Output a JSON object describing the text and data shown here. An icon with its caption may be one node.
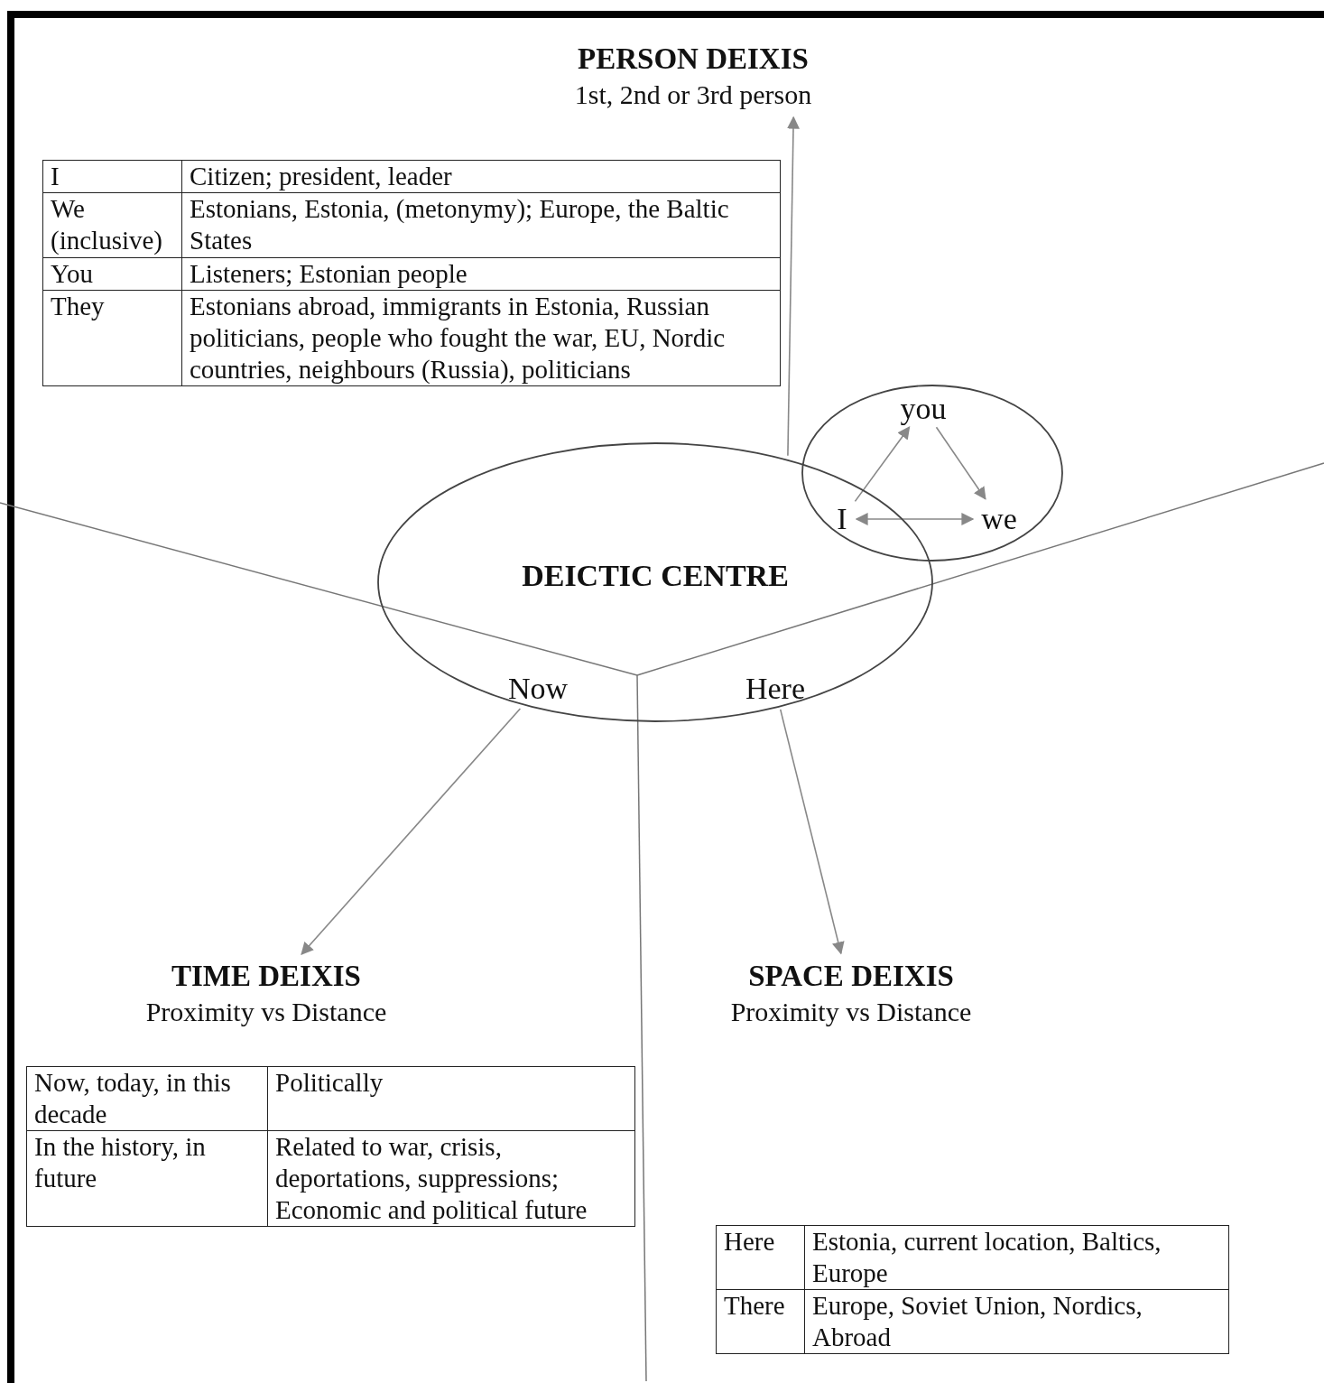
{
  "diagram": {
    "nodes": [
      {
        "text": [
          "PERSON DEIXIS",
          "1st, 2nd or 3rd person"
        ]
      },
      {
        "text": [
          "DEICTIC CENTRE"
        ]
      },
      {
        "text": [
          "Now"
        ],
        "in": 1
      },
      {
        "text": [
          "Here"
        ],
        "in": 1
      },
      {
        "text": [],
        "shape": "circle"
      },
      {
        "text": [
          "you"
        ],
        "in": 4
      },
      {
        "text": [
          "I"
        ]
      },
      {
        "text": [
          "we"
        ],
        "in": 4
      },
      {
        "text": [
          "TIME DEIXIS",
          "Proximity vs Distance"
        ]
      },
      {
        "text": [
          "SPACE DEIXIS",
          "Proximity vs Distance"
        ]
      }
    ],
    "edges": [
      {
        "from": 1,
        "to": 0,
        "arrow": "to"
      },
      {
        "from": 6,
        "to": 5,
        "arrow": "to"
      },
      {
        "from": 5,
        "to": 7,
        "arrow": "to"
      },
      {
        "from": 6,
        "to": 7,
        "arrow": "both"
      },
      {
        "from": 2,
        "to": 8,
        "arrow": "to"
      },
      {
        "from": 3,
        "to": 9,
        "arrow": "to"
      }
    ],
    "labels": [
      "I",
      "Citizen; president, leader",
      "We (inclusive)",
      "Estonians, Estonia, (metonymy); Europe, the Baltic States",
      "You",
      "Listeners; Estonian people",
      "They",
      "Estonians abroad, immigrants in Estonia, Russian politicians, people who fought the war, EU, Nordic countries, neighbours (Russia), politicians",
      "Now, today, in this decade",
      "Politically",
      "In the history, in future",
      "Related to war, crisis, deportations, suppressions; Economic and political future",
      "Here",
      "Estonia, current location, Baltics, Europe",
      "There",
      "Europe, Soviet Union, Nordics, Abroad"
    ]
  }
}
